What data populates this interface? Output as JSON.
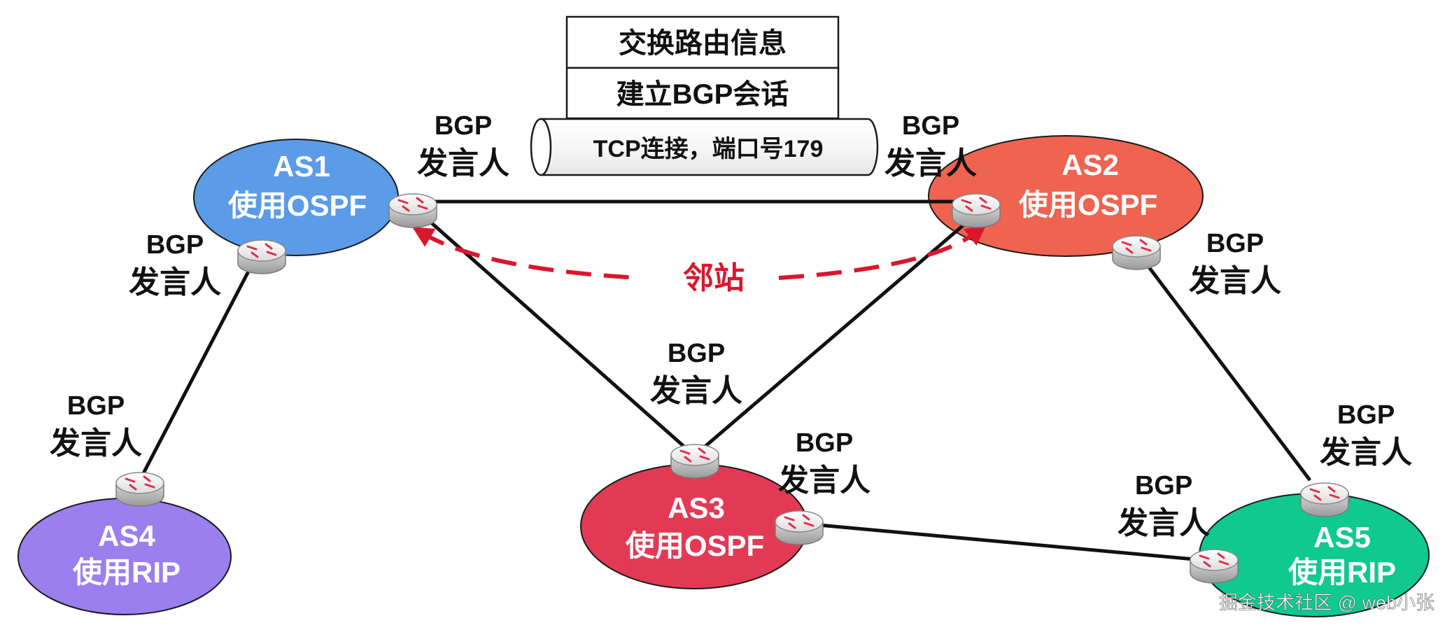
{
  "colors": {
    "as1": "#5b9be8",
    "as2": "#ee6450",
    "as3": "#e23a55",
    "as4": "#9b7fee",
    "as5": "#10c98f",
    "neighbor_arrow": "#d9172c",
    "link": "#111111"
  },
  "autonomous_systems": [
    {
      "id": "as1",
      "name": "AS1",
      "protocol": "使用OSPF"
    },
    {
      "id": "as2",
      "name": "AS2",
      "protocol": "使用OSPF"
    },
    {
      "id": "as3",
      "name": "AS3",
      "protocol": "使用OSPF"
    },
    {
      "id": "as4",
      "name": "AS4",
      "protocol": "使用RIP"
    },
    {
      "id": "as5",
      "name": "AS5",
      "protocol": "使用RIP"
    }
  ],
  "speaker_label": {
    "line1": "BGP",
    "line2": "发言人"
  },
  "session_stack": {
    "top": "交换路由信息",
    "middle": "建立BGP会话",
    "pipe": "TCP连接，端口号179"
  },
  "neighbor_label": "邻站",
  "watermark": "掘金技术社区 @ web小张",
  "router_icon": "router-icon"
}
